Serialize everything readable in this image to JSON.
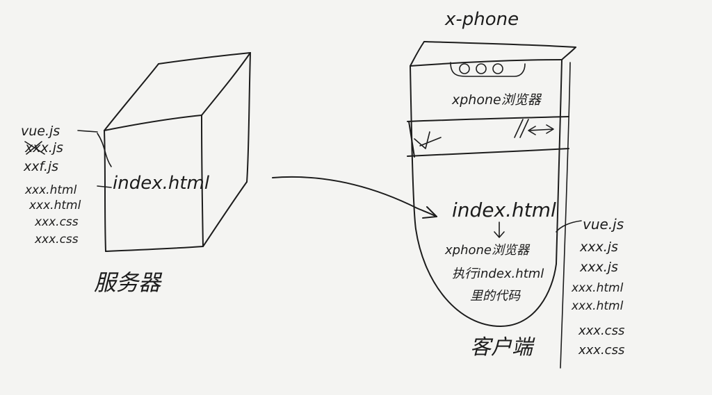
{
  "server": {
    "box_label": "index.html",
    "files": [
      "vue.js",
      "xxx.js",
      "xxf.js",
      "xxx.html",
      "xxx.html",
      "xxx.css",
      "xxx.css"
    ],
    "caption": "服务器"
  },
  "client": {
    "device_title": "x-phone",
    "browser_label": "xphone浏览器",
    "page_label": "index.html",
    "explanation": [
      "xphone浏览器",
      "执行index.html",
      "里的代码"
    ],
    "files": [
      "vue.js",
      "xxx.js",
      "xxx.js",
      "xxx.html",
      "xxx.html",
      "xxx.css",
      "xxx.css"
    ],
    "caption": "客户端"
  }
}
